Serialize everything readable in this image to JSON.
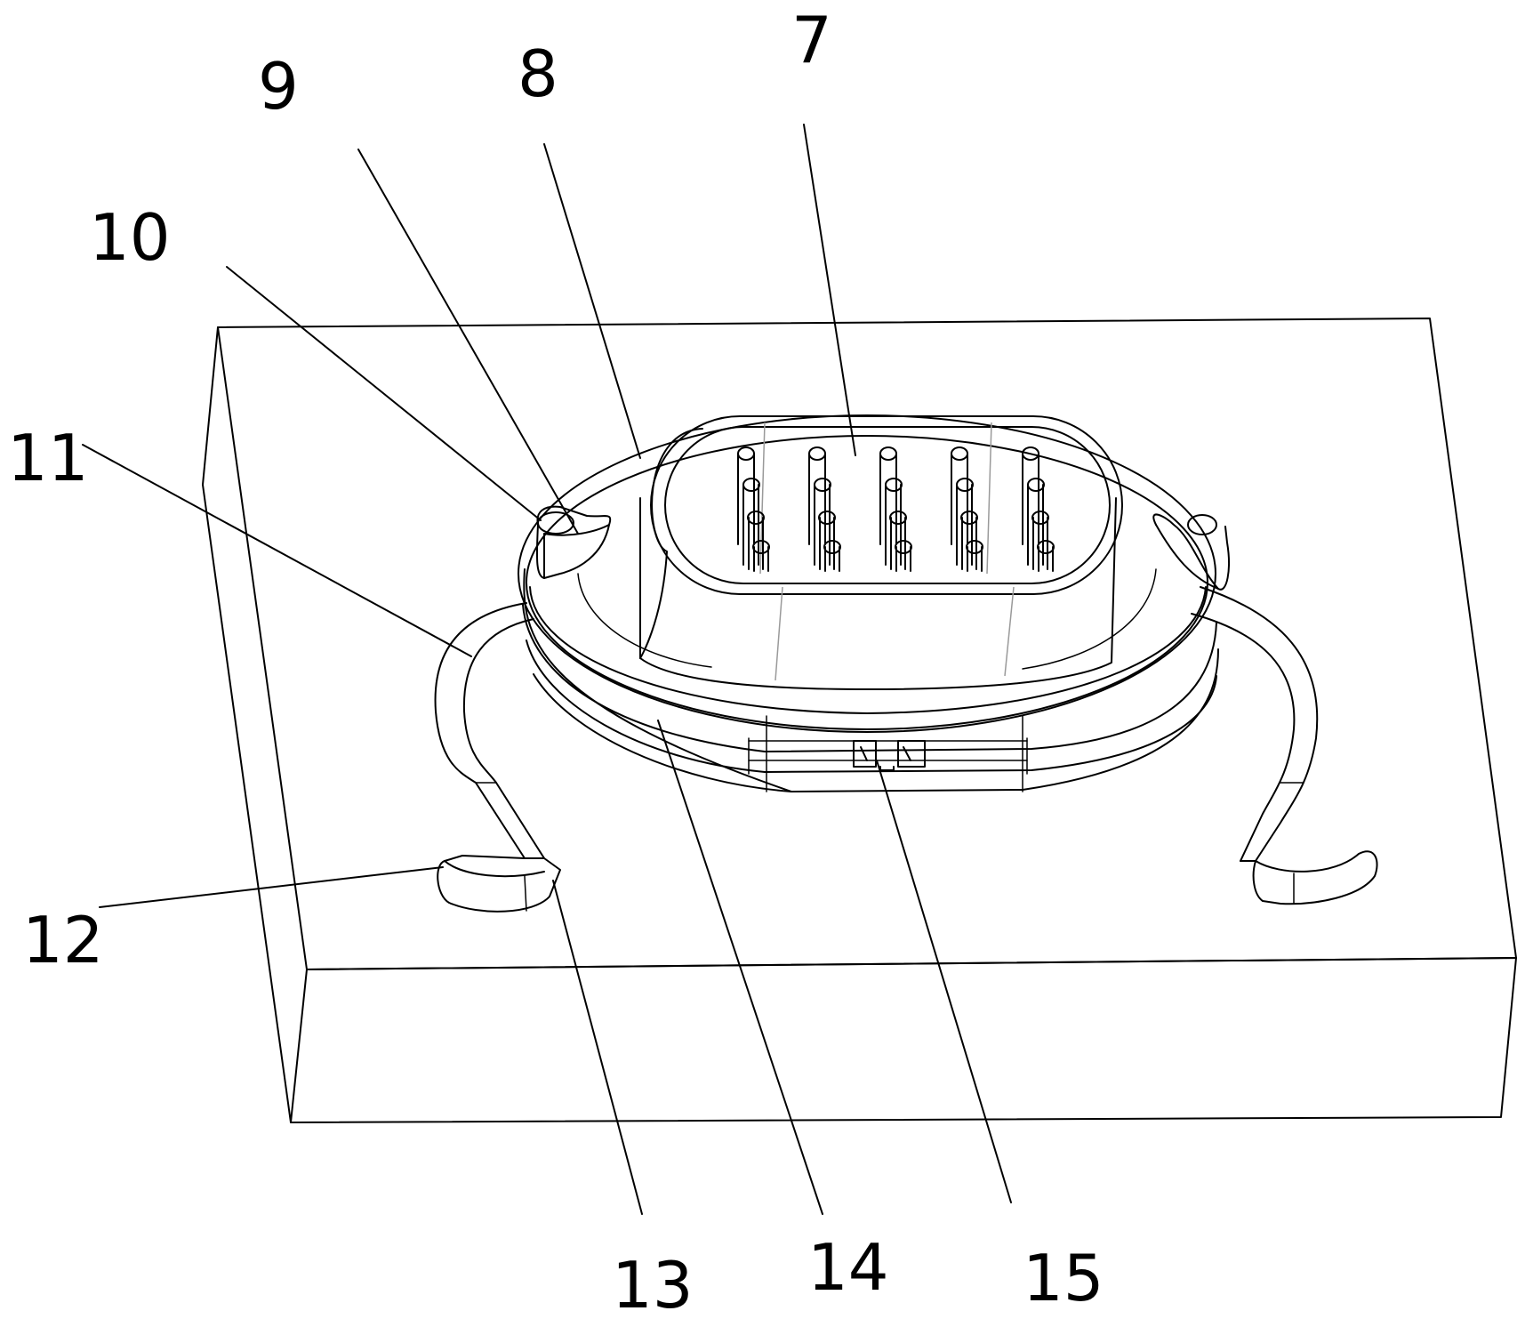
{
  "callouts": [
    {
      "key": "c7",
      "text": "7"
    },
    {
      "key": "c8",
      "text": "8"
    },
    {
      "key": "c9",
      "text": "9"
    },
    {
      "key": "c10",
      "text": "10"
    },
    {
      "key": "c11",
      "text": "11"
    },
    {
      "key": "c12",
      "text": "12"
    },
    {
      "key": "c13",
      "text": "13"
    },
    {
      "key": "c14",
      "text": "14"
    },
    {
      "key": "c15",
      "text": "15"
    }
  ]
}
